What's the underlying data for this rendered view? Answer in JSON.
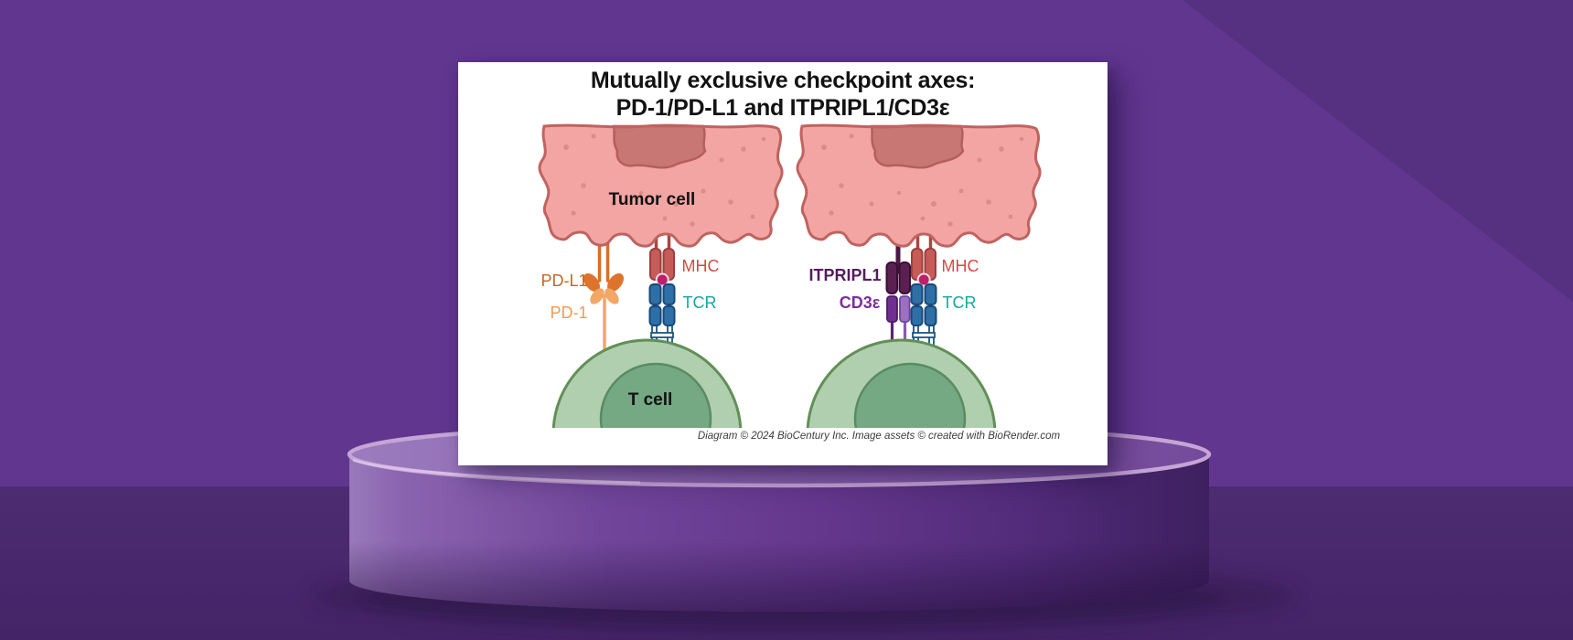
{
  "scene": {
    "wall_color": "#61368F",
    "floor_color": "#4D2C72",
    "podium_top_color": "#8A60AE",
    "podium_front_color": "#64378C",
    "podium_rim_color": "#C6A5D6"
  },
  "card": {
    "title_line1": "Mutually exclusive checkpoint axes:",
    "title_line2": "PD-1/PD-L1 and ITPRIPL1/CD3ε",
    "caption": "Diagram © 2024 BioCentury Inc. Image assets © created with BioRender.com"
  },
  "figure": {
    "shared": {
      "tumor_cell_label": "Tumor cell",
      "t_cell_label": "T cell",
      "tumor_cell_fill": "#F2A5A3",
      "tumor_cell_stroke": "#C0635F",
      "tumor_nucleus_fill": "#C87775",
      "t_cell_fill": "#AFCFAE",
      "t_cell_stroke": "#628F56",
      "t_nucleus_fill": "#74A983",
      "mhc_label": "MHC",
      "tcr_label": "TCR",
      "mhc_fill": "#C65B58",
      "mhc_label_color": "#D14B45",
      "tcr_fill": "#2E6FA5",
      "tcr_label_color": "#14A7A2",
      "peptide_color": "#BE1F68"
    },
    "left_panel": {
      "ligand_label": "PD-L1",
      "receptor_label": "PD-1",
      "ligand_color": "#DE742B",
      "receptor_color": "#F2A767",
      "ligand_label_color": "#C4671F",
      "receptor_label_color": "#EF9B52"
    },
    "right_panel": {
      "ligand_label": "ITPRIPL1",
      "receptor_label": "CD3ε",
      "ligand_color": "#5B2052",
      "receptor_color_dark": "#703090",
      "receptor_color_light": "#9B70C1",
      "ligand_label_color": "#561B5E",
      "receptor_label_color": "#7D3096"
    }
  }
}
